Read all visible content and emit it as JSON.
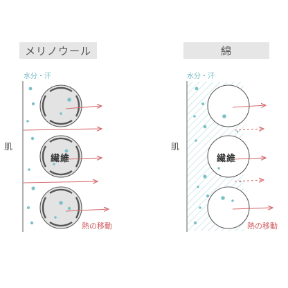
{
  "panels": {
    "merino": {
      "title": "メリノウール",
      "water_label": "水分・汗",
      "skin_label": "肌",
      "fiber_label": "繊維",
      "heat_label": "熱の移動"
    },
    "cotton": {
      "title": "綿",
      "water_label": "水分・汗",
      "skin_label": "肌",
      "fiber_label": "繊維",
      "heat_label": "熱の移動"
    }
  },
  "colors": {
    "fiber_fill": "#e3e3e3",
    "fiber_stroke": "#5a5a5a",
    "water_drop": "#7cc0c7",
    "heat_arrow": "#d66b6e",
    "skin_line": "#7a7a7a",
    "title_bg": "#e6e6e6",
    "hatch": "#b9dde2"
  }
}
